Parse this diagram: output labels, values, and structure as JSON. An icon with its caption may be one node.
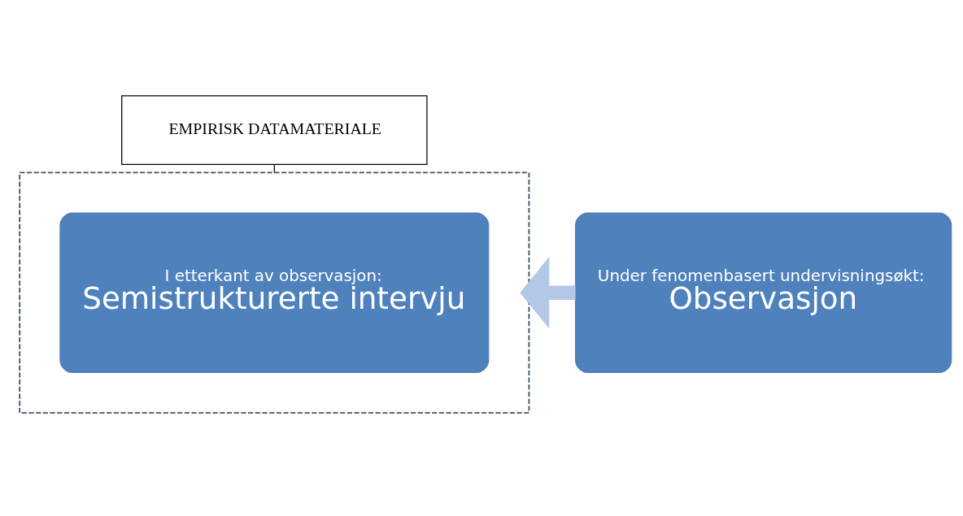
{
  "diagram": {
    "nodes": [
      {
        "text": [
          "EMPIRISK DATAMATERIALE"
        ]
      },
      {
        "text": [
          "Under fenomenbasert undervisningsøkt:",
          "Observasjon"
        ]
      },
      {
        "text": [],
        "shape": "box"
      },
      {
        "text": [
          "I etterkant av observasjon:",
          "Semistrukturerte intervju"
        ],
        "in": 2
      }
    ],
    "edges": [
      {
        "from": 0,
        "to": 2,
        "arrow": "none"
      },
      {
        "from": 1,
        "to": 2,
        "arrow": "to",
        "style": "thick",
        "color": "#b4c7e7"
      }
    ]
  }
}
